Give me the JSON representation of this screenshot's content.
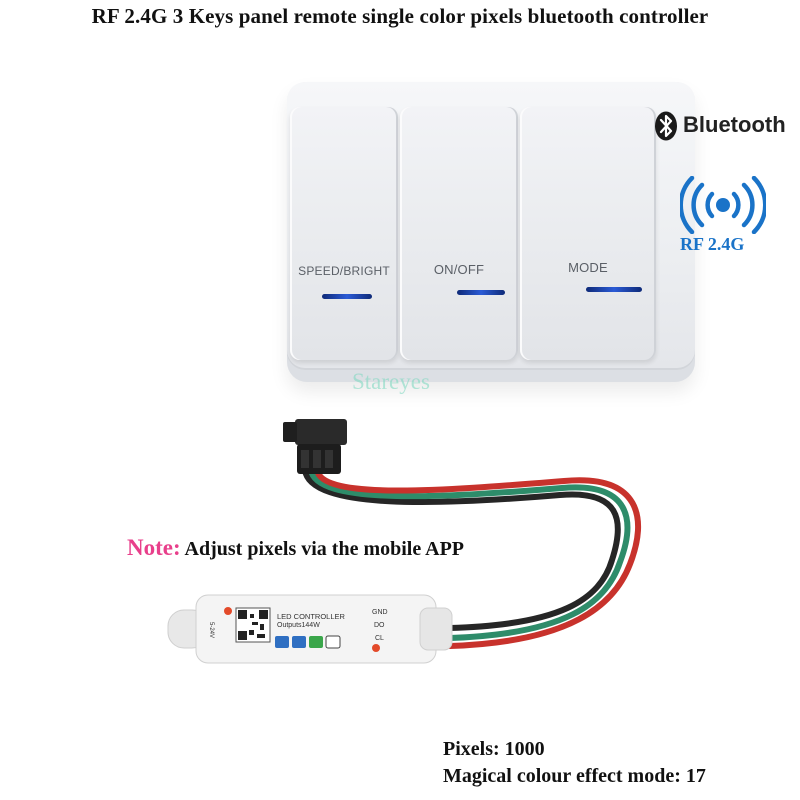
{
  "title": "RF 2.4G 3 Keys panel remote single color pixels bluetooth controller",
  "panel": {
    "keys": [
      {
        "label": "SPEED/BRIGHT"
      },
      {
        "label": "ON/OFF"
      },
      {
        "label": "MODE"
      }
    ]
  },
  "watermark": "Stareyes",
  "badges": {
    "bluetooth": "Bluetooth",
    "rf": "RF 2.4G"
  },
  "note": {
    "label": "Note:",
    "text": "Adjust pixels via the mobile APP"
  },
  "controller": {
    "name": "LED CONTROLLER",
    "output": "Outputs144W",
    "side_code": "5-24V",
    "pins": [
      "GND",
      "DO",
      "CL"
    ]
  },
  "specs": {
    "pixels": "Pixels: 1000",
    "modes": "Magical colour effect mode: 17"
  },
  "colors": {
    "title": "#111111",
    "note_label": "#e83f8b",
    "rf_text": "#1a73c8",
    "cable_red": "#c8322c",
    "cable_green": "#2e8c6a",
    "cable_black": "#262626",
    "led": "#2b5bd6"
  }
}
